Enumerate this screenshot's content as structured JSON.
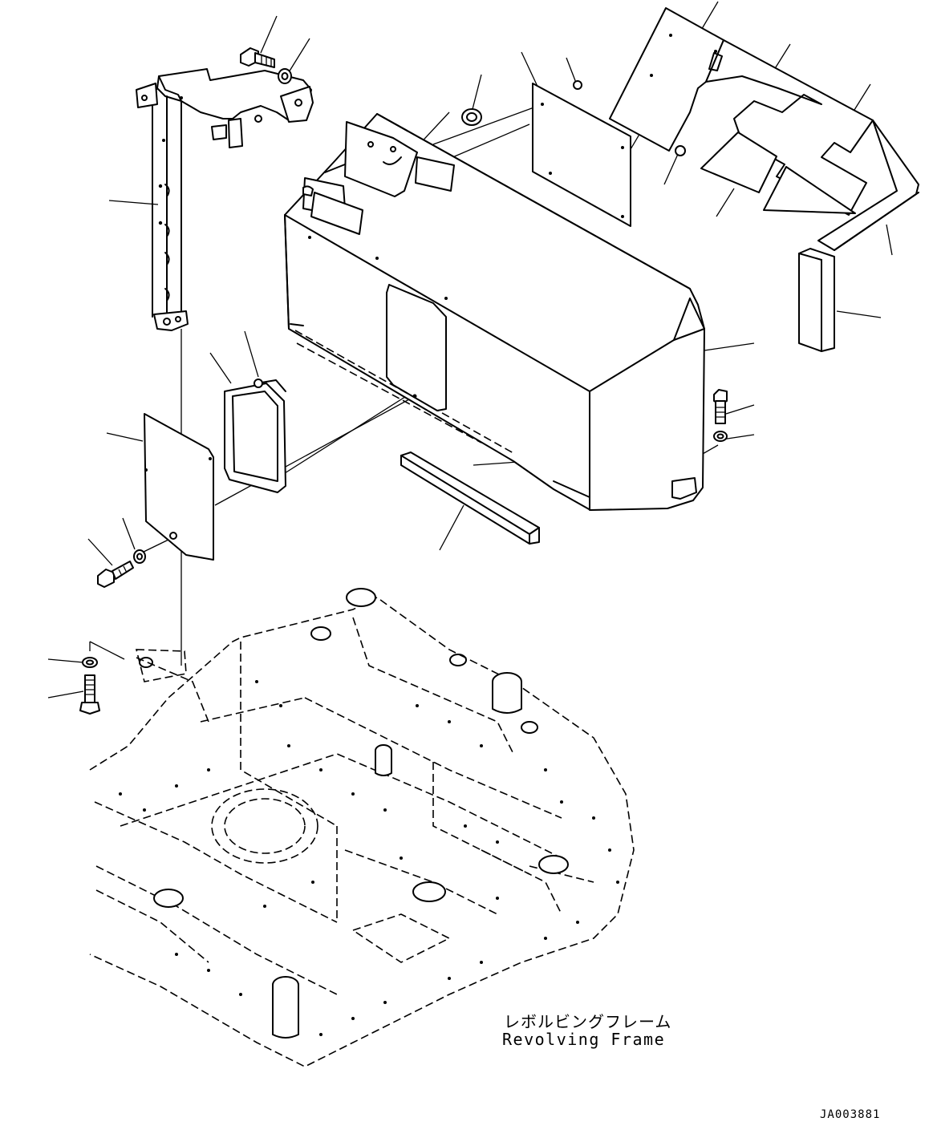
{
  "diagram": {
    "frame_label_jp": "レボルビングフレーム",
    "frame_label_en": "Revolving Frame",
    "drawing_number": "JA003881"
  }
}
